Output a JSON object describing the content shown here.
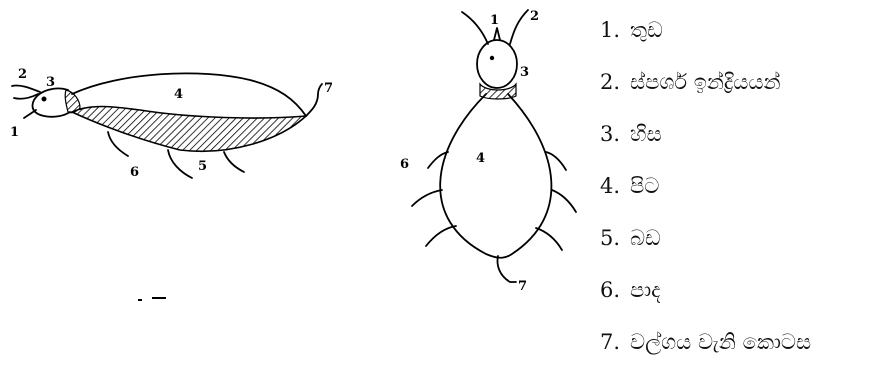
{
  "side_view": {
    "labels": [
      "1",
      "2",
      "3",
      "4",
      "5",
      "6",
      "7"
    ]
  },
  "top_view": {
    "labels": [
      "1",
      "2",
      "3",
      "4",
      "6",
      "7"
    ]
  },
  "legend": [
    {
      "number": "1.",
      "text": "තුඩ"
    },
    {
      "number": "2.",
      "text": "ස්පර්ශ ඉන්ද්‍රියයන්"
    },
    {
      "number": "3.",
      "text": "හිස"
    },
    {
      "number": "4.",
      "text": "පිට"
    },
    {
      "number": "5.",
      "text": "බඩ"
    },
    {
      "number": "6.",
      "text": "පාද"
    },
    {
      "number": "7.",
      "text": "වල්ගය වැනි කොටස"
    }
  ]
}
